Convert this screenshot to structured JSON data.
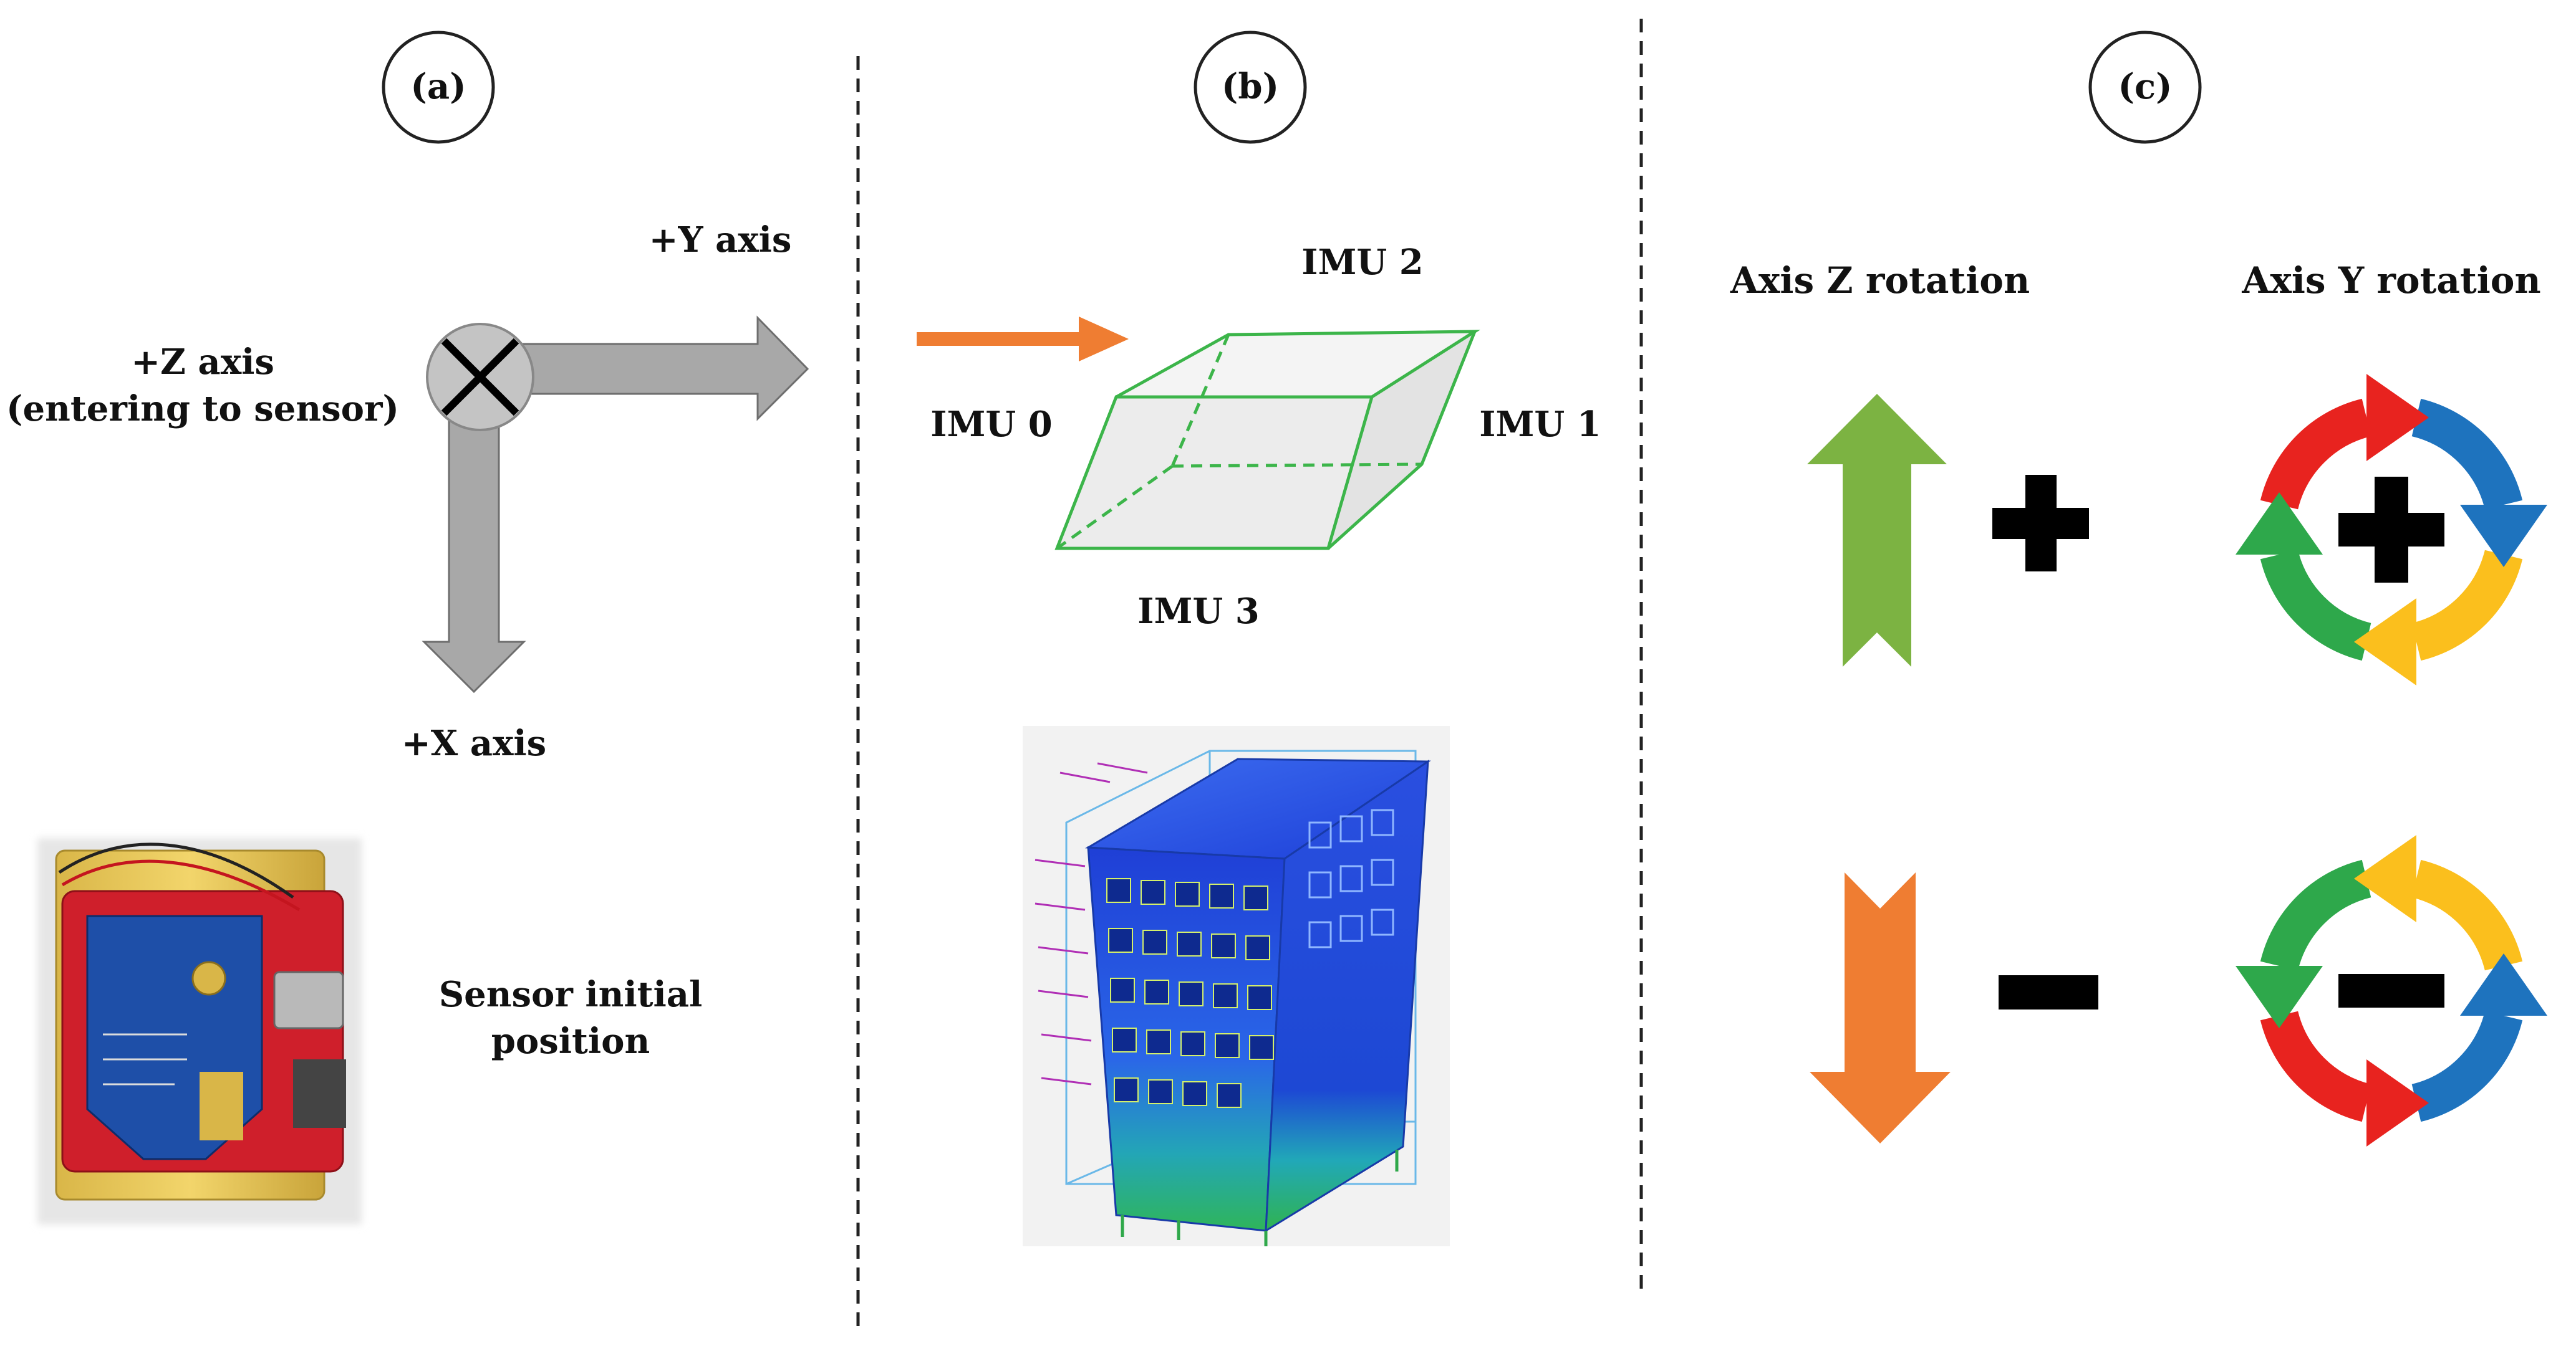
{
  "panels": {
    "a": {
      "label": "(a)"
    },
    "b": {
      "label": "(b)"
    },
    "c": {
      "label": "(c)"
    }
  },
  "panel_a": {
    "y_axis_label": "+Y axis",
    "z_axis_label_line1": "+Z axis",
    "z_axis_label_line2": "(entering to sensor)",
    "x_axis_label": "+X axis",
    "sensor_caption_line1": "Sensor initial",
    "sensor_caption_line2": "position",
    "arrow_color": "#a8a8a8",
    "marker_color": "#c4c4c4"
  },
  "panel_b": {
    "imu_0": "IMU 0",
    "imu_1": "IMU 1",
    "imu_2": "IMU 2",
    "imu_3": "IMU 3",
    "cube_edge_color": "#3cb54a",
    "force_arrow_color": "#ef7d32"
  },
  "panel_c": {
    "axis_z_title": "Axis Z rotation",
    "axis_y_title": "Axis Y rotation",
    "positive_sign": "+",
    "negative_sign": "−",
    "up_arrow_color": "#7cb342",
    "down_arrow_color": "#ef7d32",
    "cycle_colors": [
      "#e8231f",
      "#1e73be",
      "#fbbf1d",
      "#2ea84b"
    ]
  }
}
